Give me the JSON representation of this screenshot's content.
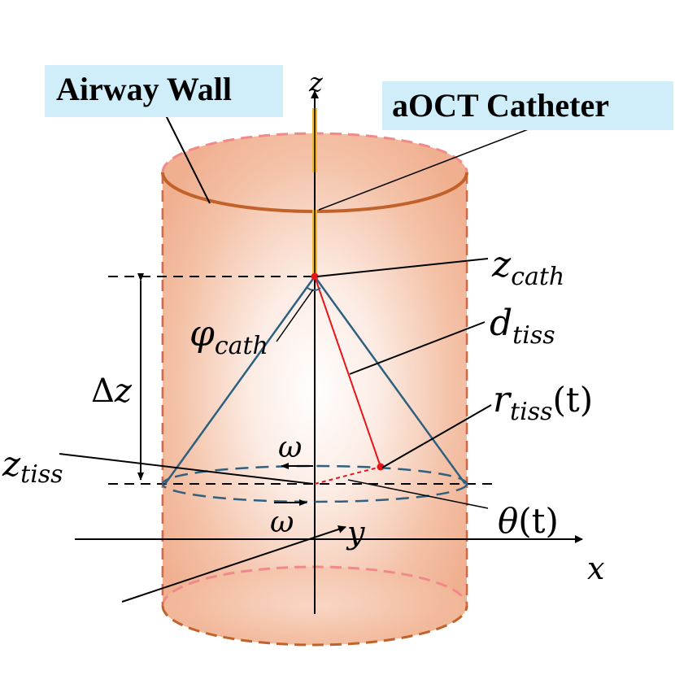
{
  "callouts": {
    "airway_wall": "Airway Wall",
    "catheter": "aOCT Catheter"
  },
  "labels": {
    "z_axis": "z",
    "x_axis": "x",
    "y_axis": "y",
    "z_cath": {
      "base": "z",
      "sub": "cath"
    },
    "d_tiss": {
      "base": "d",
      "sub": "tiss"
    },
    "r_tiss": {
      "base": "r",
      "sub": "tiss",
      "suffix": "(t)"
    },
    "phi_cath": {
      "base": "φ",
      "sub": "cath"
    },
    "delta_z": {
      "base": "Δ",
      "var": "z"
    },
    "z_tiss": {
      "base": "z",
      "sub": "tiss"
    },
    "omega_top": "ω",
    "omega_bottom": "ω",
    "theta": {
      "base": "θ",
      "suffix": "(t)"
    }
  },
  "colors": {
    "cylinder_fill": "#f3b89a",
    "cylinder_edge": "#c0622a",
    "cylinder_dash": "#f08a8a",
    "cone": "#2f6080",
    "catheter": "#f2b830",
    "ray": "#e8141a",
    "callout_bg": "#cfeef9"
  }
}
